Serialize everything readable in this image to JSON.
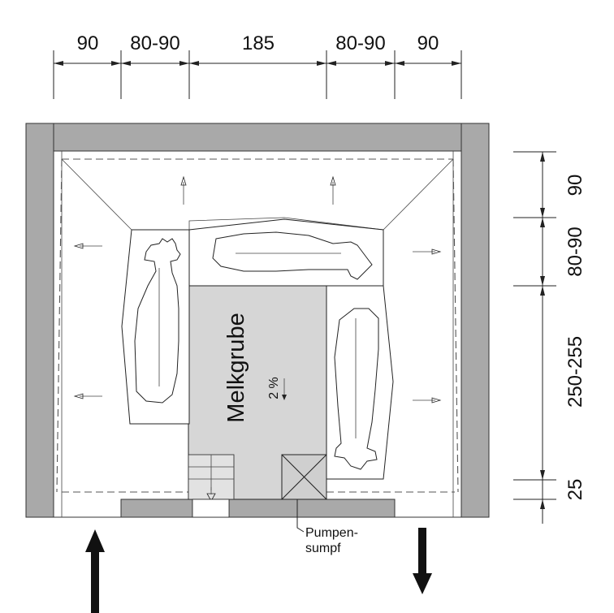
{
  "dimensions": {
    "top": [
      "90",
      "80-90",
      "185",
      "80-90",
      "90"
    ],
    "right": [
      "90",
      "80-90",
      "250-255",
      "25"
    ]
  },
  "labels": {
    "pit": "Melkgrube",
    "slope": "2 %",
    "sump_line1": "Pumpen-",
    "sump_line2": "sumpf"
  },
  "icons": {
    "entry": "arrow-up-icon",
    "exit": "arrow-down-icon",
    "cow": "cow-outline-icon"
  },
  "colors": {
    "wall": "#a9a9a9",
    "pit": "#d6d6d6",
    "platform": "#ffffff",
    "line": "#222222"
  }
}
